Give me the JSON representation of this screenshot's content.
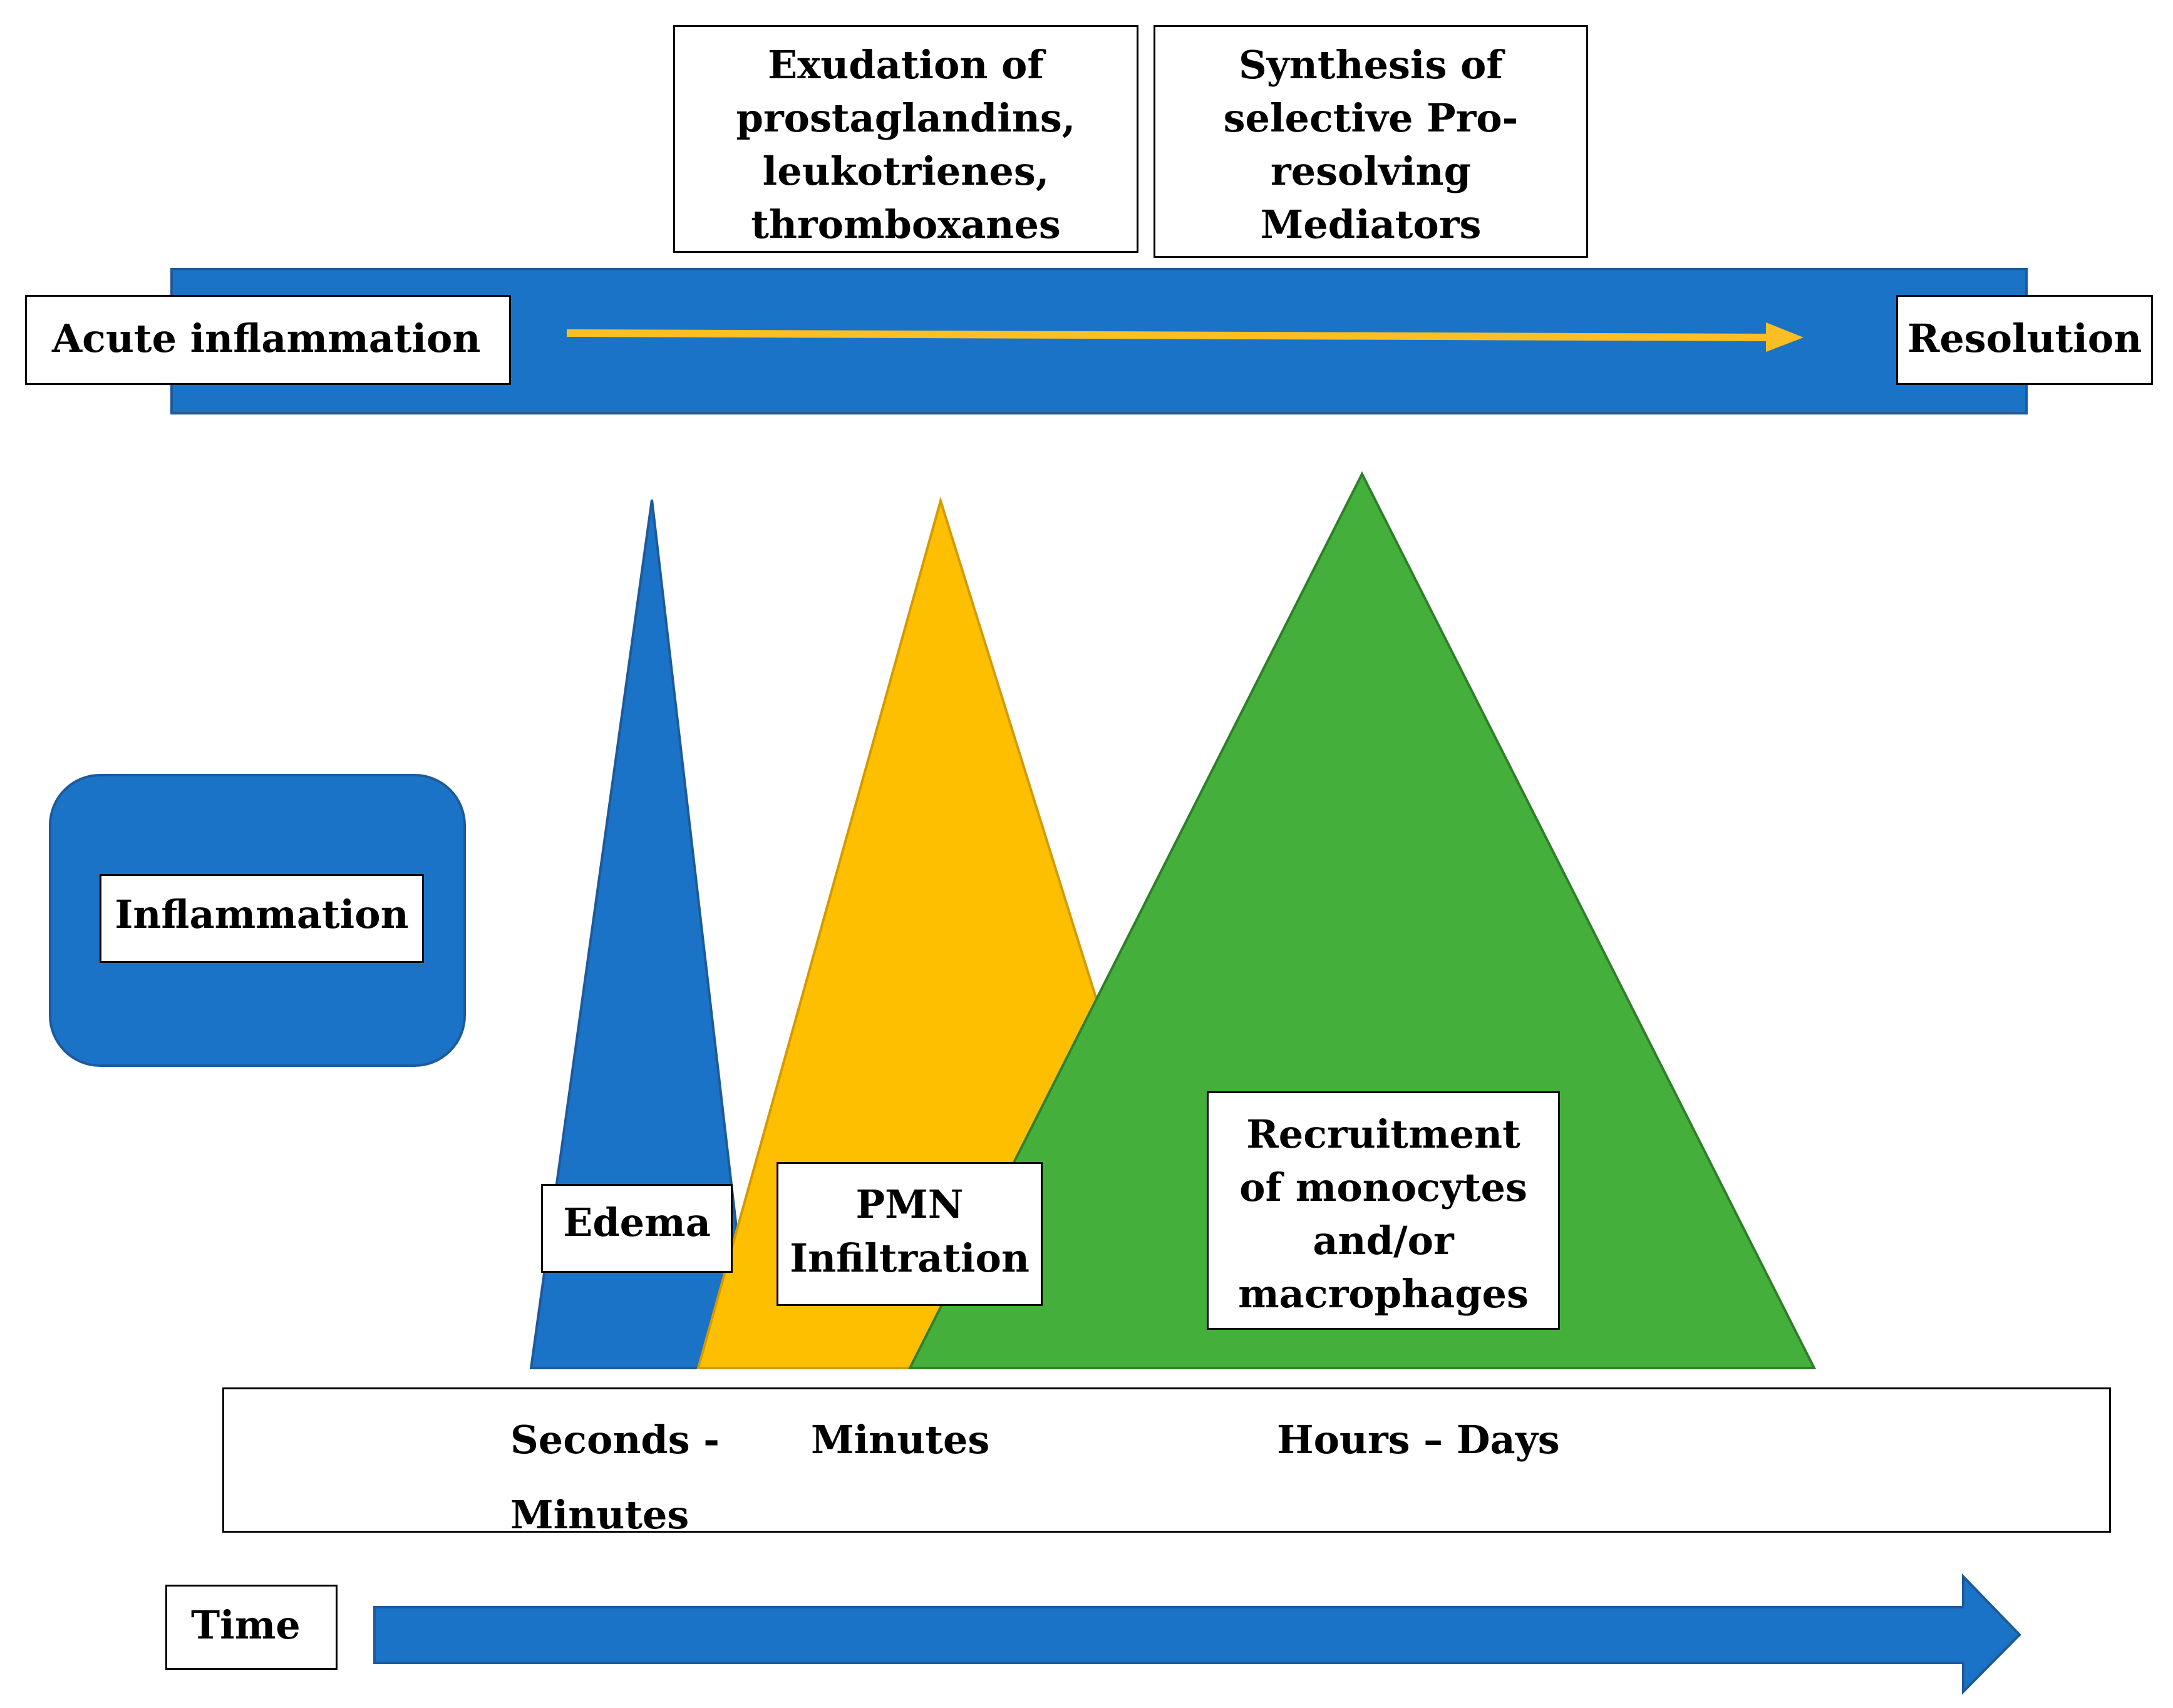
{
  "top_boxes": {
    "exudation": "Exudation of prostaglandins, leukotrienes, thromboxanes",
    "synthesis": "Synthesis of selective Pro-resolving Mediators"
  },
  "banner": {
    "left_label": "Acute inflammation",
    "right_label": "Resolution",
    "color": "#1a73c7",
    "arrow_color": "#fbbf24"
  },
  "side_label": "Inflammation",
  "peaks": [
    {
      "name": "edema",
      "label": "Edema",
      "color": "#1a73c7"
    },
    {
      "name": "pmn",
      "label": "PMN Infiltration",
      "color": "#fdbf00"
    },
    {
      "name": "recruitment",
      "label": "Recruitment of monocytes and/or macrophages",
      "color": "#45af3c"
    }
  ],
  "timescale": {
    "seconds": "Seconds - Minutes",
    "minutes": "Minutes",
    "hours": "Hours – Days"
  },
  "time": {
    "label": "Time",
    "arrow_color": "#1a73c7"
  }
}
